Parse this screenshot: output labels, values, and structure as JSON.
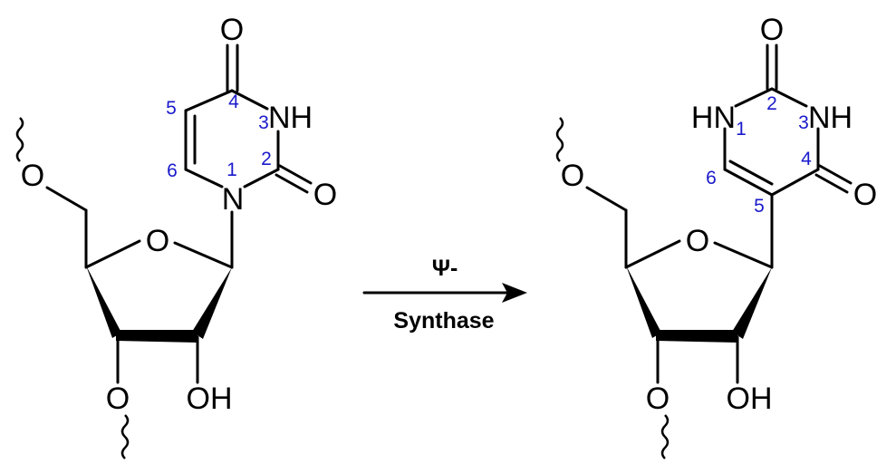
{
  "colors": {
    "bond": "#000000",
    "atom_label": "#000000",
    "ring_number": "#1a1acc"
  },
  "reaction": {
    "reagent_line1": "Ψ-",
    "reagent_line2": "Synthase"
  },
  "uridine": {
    "atoms": {
      "o4": "O",
      "n3h": "NH",
      "o2": "O",
      "n1": "N",
      "ring_o": "O",
      "o5": "O",
      "o3": "O",
      "oh2": "OH"
    },
    "numbers": {
      "n5": "5",
      "n4": "4",
      "n3": "3",
      "n6": "6",
      "n2": "2",
      "n1": "1"
    }
  },
  "pseudouridine": {
    "atoms": {
      "o2": "O",
      "hn1": "HN",
      "n3h": "NH",
      "o4": "O",
      "ring_o": "O",
      "o5": "O",
      "o3": "O",
      "oh2": "OH"
    },
    "numbers": {
      "n1": "1",
      "n2": "2",
      "n3": "3",
      "n6": "6",
      "n4": "4",
      "n5": "5"
    }
  }
}
